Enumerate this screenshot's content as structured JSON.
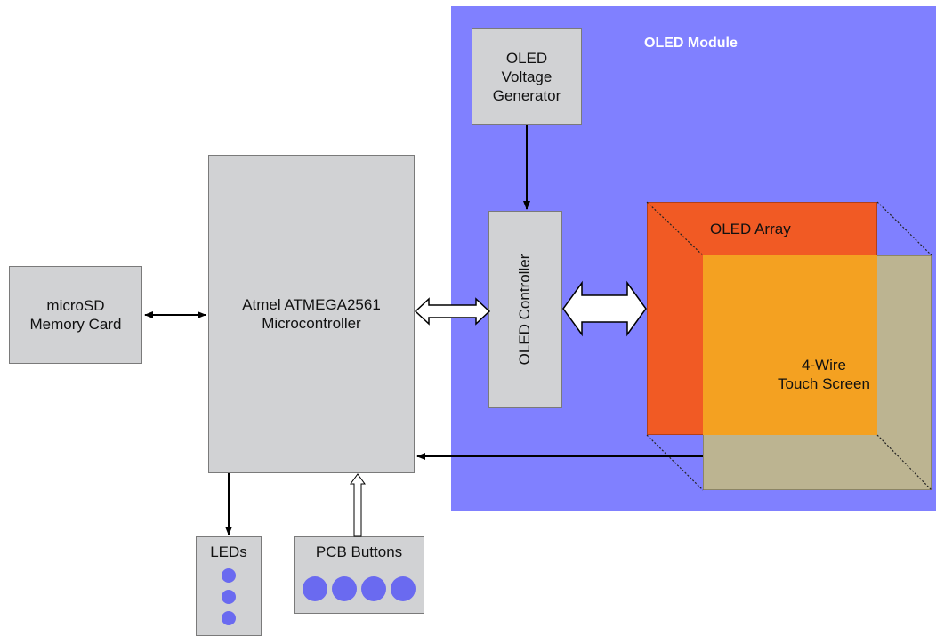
{
  "module": {
    "label": "OLED Module"
  },
  "blocks": {
    "voltage_generator": "OLED\nVoltage\nGenerator",
    "microcontroller": "Atmel ATMEGA2561\nMicrocontroller",
    "microsd": "microSD\nMemory Card",
    "oled_controller": "OLED Controller",
    "oled_array": "OLED Array",
    "touch_screen": "4-Wire\nTouch Screen",
    "leds": "LEDs",
    "pcb_buttons": "PCB Buttons"
  },
  "colors": {
    "module_bg": "#8080ff",
    "block_bg": "#d1d2d4",
    "oled_array": "#f15a24",
    "touch_screen": "#bcb491",
    "overlap": "#f4a121",
    "indicator": "#6a6af0"
  }
}
